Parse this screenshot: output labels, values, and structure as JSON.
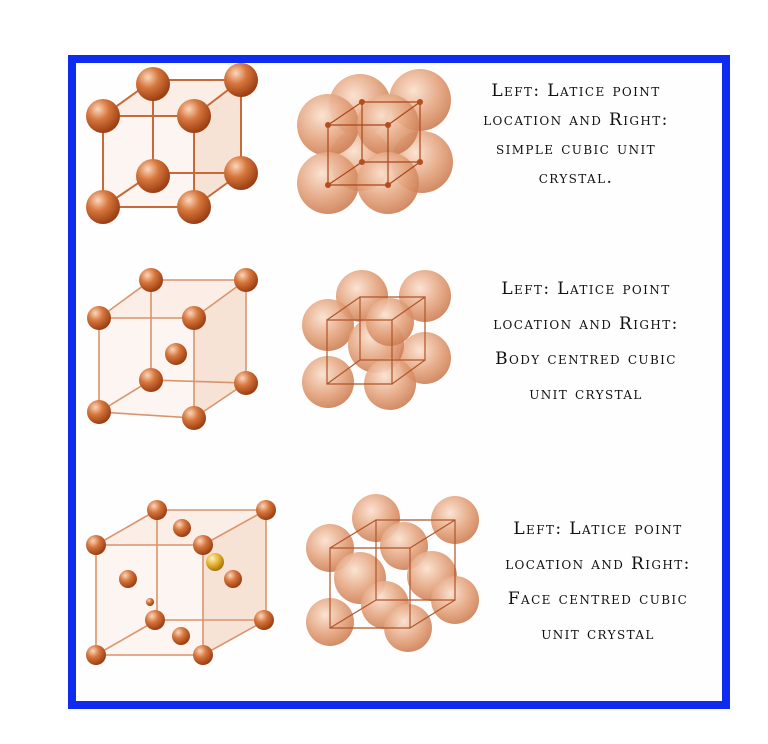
{
  "panels": [
    {
      "caption": [
        "Left: Latice point",
        "location and  Right:",
        "simple cubic unit",
        "crystal."
      ]
    },
    {
      "caption": [
        "Left: Latice point",
        "location and  Right:",
        "Body centred cubic",
        "unit crystal"
      ]
    },
    {
      "caption": [
        "Left: Latice point",
        "location and Right:",
        "Face centred cubic",
        "unit crystal"
      ]
    }
  ],
  "colors": {
    "border": "#0f2bf0",
    "atom": "#c8612a",
    "atom_light": "#f3c9a8",
    "atom_faded": "#e0a27c",
    "edge": "#c76a3a",
    "face_fill": "#f7e2d5",
    "highlight_atom": "#e3b02e"
  }
}
